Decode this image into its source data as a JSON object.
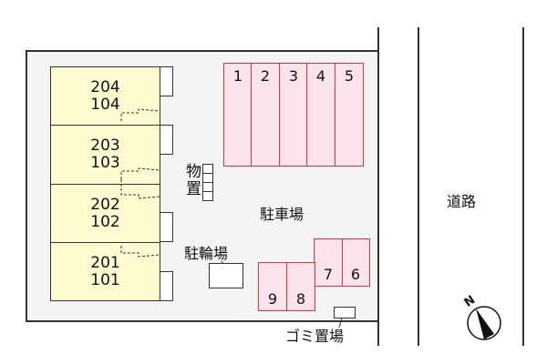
{
  "units": [
    {
      "upper": "204",
      "lower": "104"
    },
    {
      "upper": "203",
      "lower": "103"
    },
    {
      "upper": "202",
      "lower": "102"
    },
    {
      "upper": "201",
      "lower": "101"
    }
  ],
  "parking_spaces": [
    "1",
    "2",
    "3",
    "4",
    "5",
    "6",
    "7",
    "8",
    "9"
  ],
  "labels": {
    "parking": "駐車場",
    "storage_1": "物",
    "storage_2": "置",
    "bicycle_parking": "駐輪場",
    "garbage": "ゴミ置場",
    "road": "道路",
    "north": "N"
  },
  "colors": {
    "building": "#fefbd1",
    "parking": "#fde4ec",
    "parking_border": "#e8333a",
    "lot": "#f4f4f4"
  }
}
